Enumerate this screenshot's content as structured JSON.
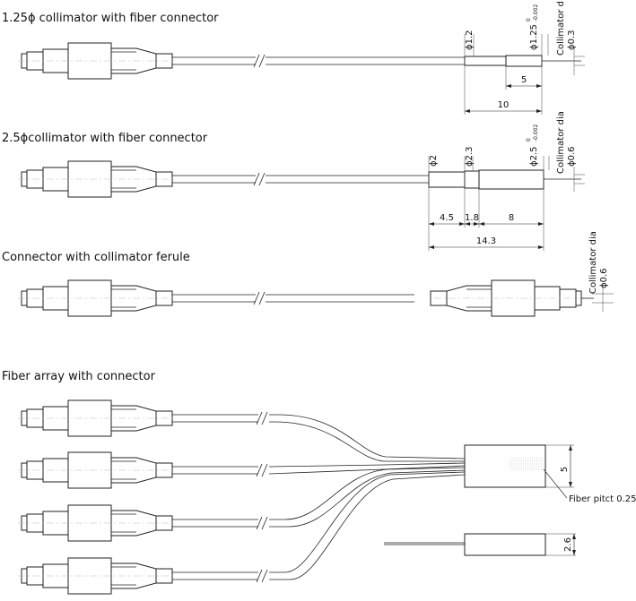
{
  "sections": {
    "s1": {
      "title": "1.25ϕ collimator with fiber connector",
      "dim_a": "ϕ1.2",
      "dim_b": "ϕ1.25",
      "dim_b_tol_up": "0",
      "dim_b_tol_lo": "-0.002",
      "dim_c_label": "Collimator dia",
      "dim_c_value": "ϕ0.3",
      "len_short": "5",
      "len_total": "10"
    },
    "s2": {
      "title": "2.5ϕcollimator with fiber connector",
      "dim_a": "ϕ2",
      "dim_b": "ϕ2.3",
      "dim_c": "ϕ2.5",
      "dim_c_tol_up": "0",
      "dim_c_tol_lo": "-0.002",
      "dim_d_label": "Collimator dia",
      "dim_d_value": "ϕ0.6",
      "len_1": "4.5",
      "len_2": "1.8",
      "len_3": "8",
      "len_total": "14.3"
    },
    "s3": {
      "title": "Connector with collimator ferule",
      "dim_label": "Collimator dia",
      "dim_value": "ϕ0.6"
    },
    "s4": {
      "title": "Fiber array with connector",
      "block_height": "5",
      "pitch_label": "Fiber pitct 0.25",
      "side_height": "2.6"
    }
  }
}
